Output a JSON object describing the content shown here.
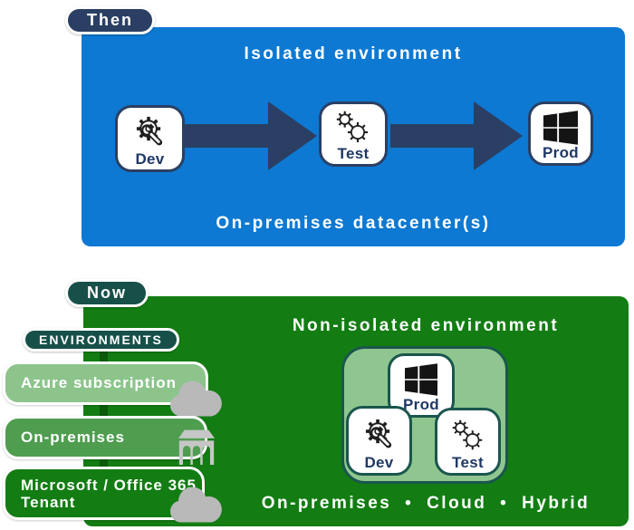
{
  "colors": {
    "blue": "#0d79d2",
    "navy": "#2a3f63",
    "green": "#137d13",
    "green_stripe": "#0a5a0a",
    "green_light_row": "#8cc48c",
    "green_mid_row": "#4f9d4f",
    "teal": "#175049",
    "cluster_fill": "#8fc68f",
    "cluster_border": "#1a564d",
    "icon_gray": "#b9b9b9",
    "white": "#ffffff",
    "tile_label": "#1f3864"
  },
  "then": {
    "label": "Then",
    "title": "Isolated environment",
    "caption": "On-premises datacenter(s)",
    "tiles": [
      {
        "label": "Dev",
        "icon": "gear-wrench-icon"
      },
      {
        "label": "Test",
        "icon": "gears-icon"
      },
      {
        "label": "Prod",
        "icon": "windows-icon"
      }
    ]
  },
  "now": {
    "label": "Now",
    "title": "Non-isolated environment",
    "caption": "On-premises • Cloud • Hybrid",
    "environments": {
      "header": "ENVIRONMENTS",
      "items": [
        {
          "label": "Azure subscription",
          "icon": "cloud-icon"
        },
        {
          "label": "On-premises",
          "icon": "datacenter-icon"
        },
        {
          "label": "Microsoft / Office 365 Tenant",
          "lines": [
            "Microsoft / Office 365",
            "Tenant"
          ],
          "icon": "cloud-icon"
        }
      ]
    },
    "cluster": {
      "tiles": [
        {
          "label": "Prod",
          "icon": "windows-icon"
        },
        {
          "label": "Dev",
          "icon": "gear-wrench-icon"
        },
        {
          "label": "Test",
          "icon": "gears-icon"
        }
      ]
    }
  }
}
